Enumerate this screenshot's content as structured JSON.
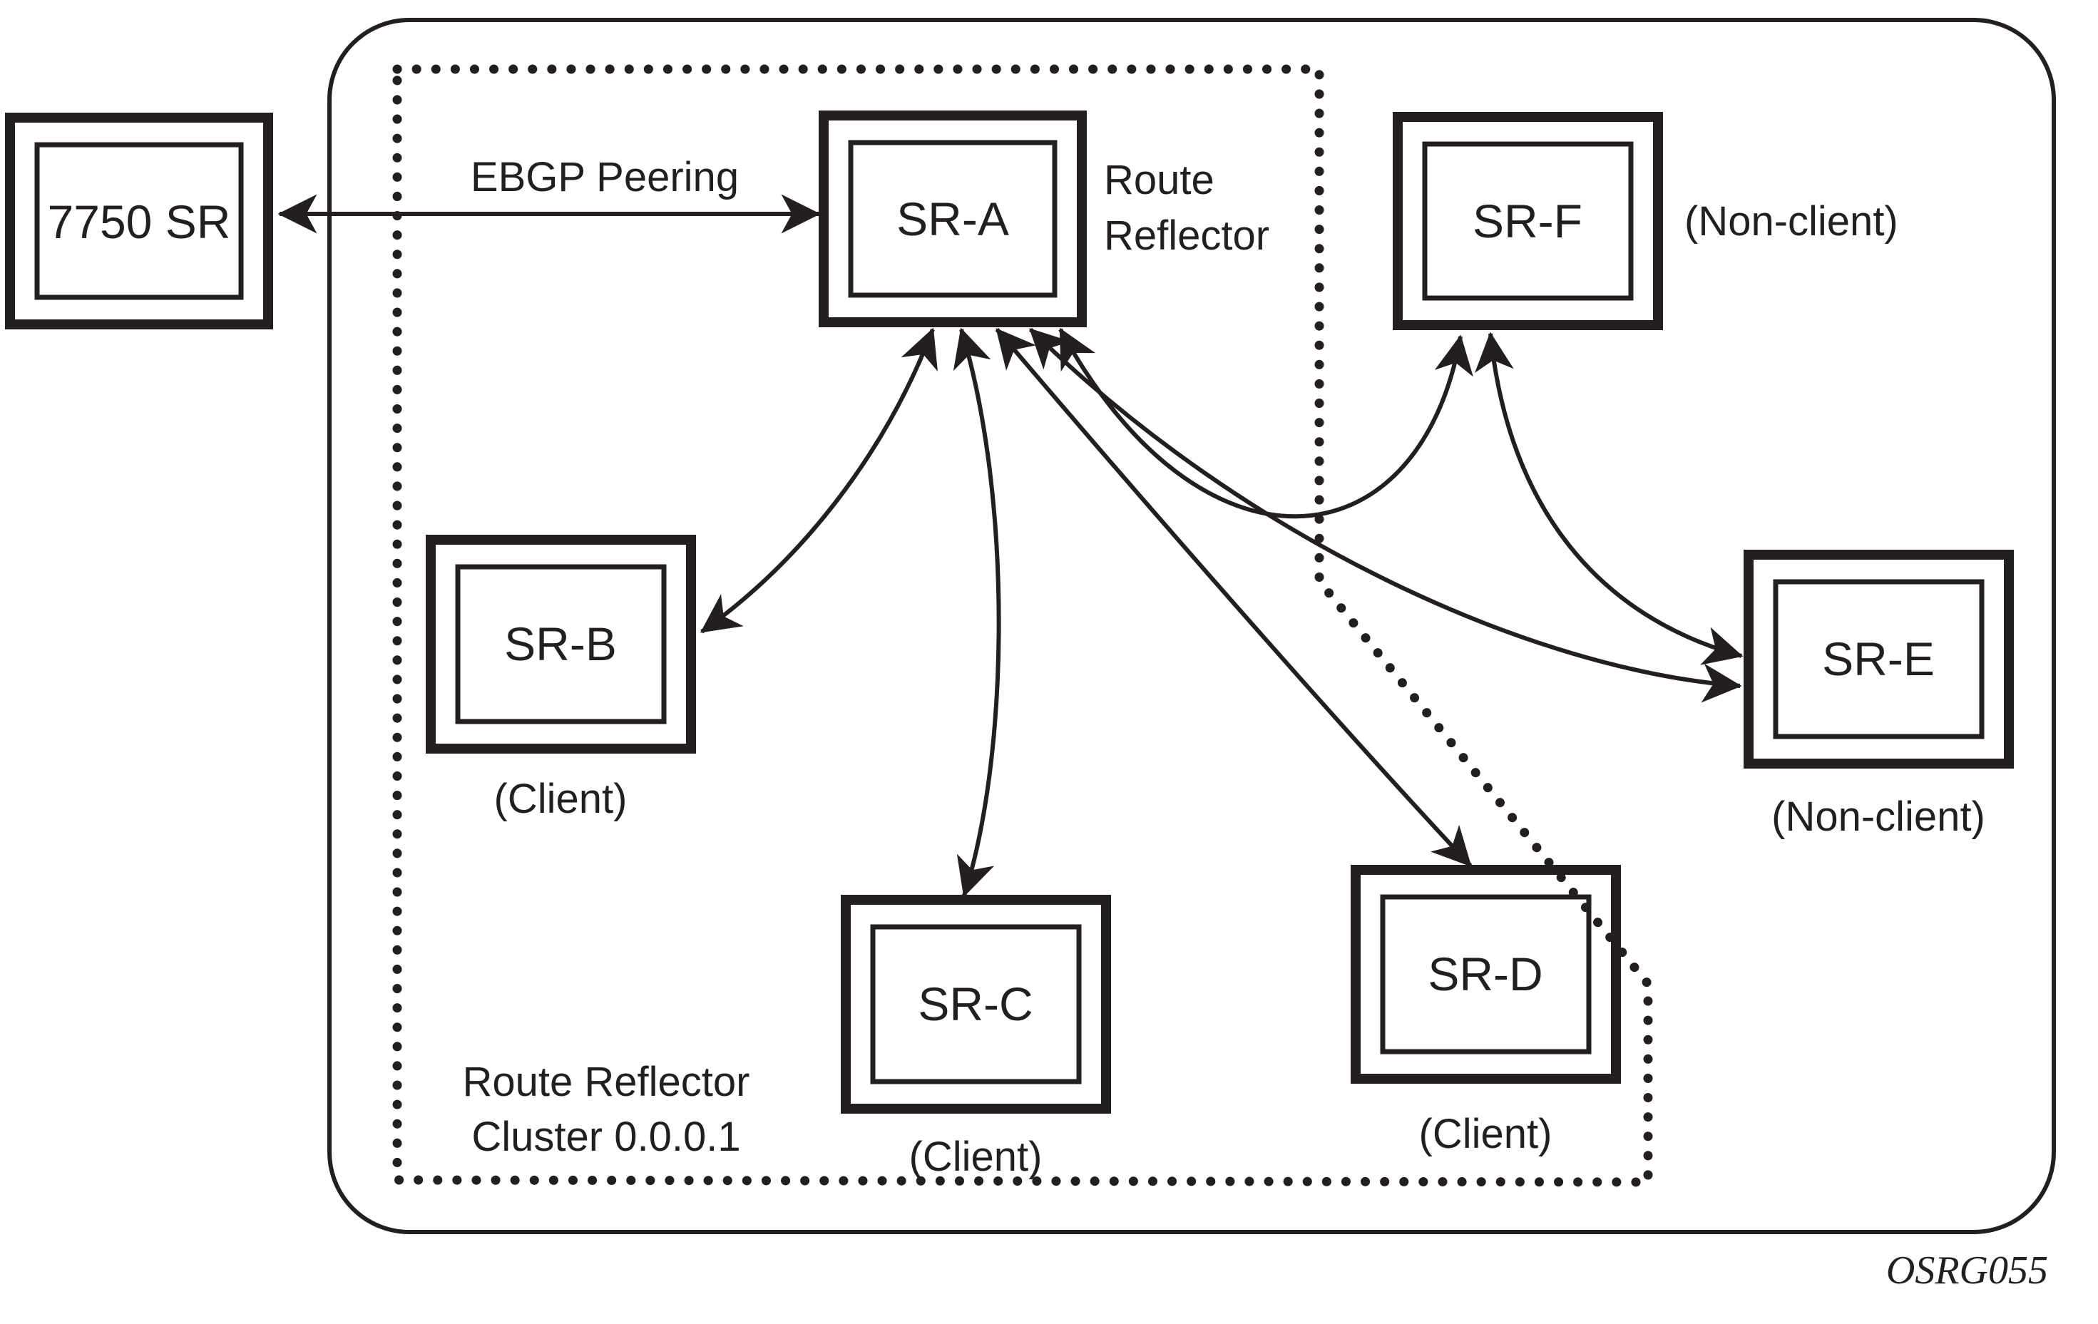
{
  "figure": {
    "code": "OSRG055",
    "background_color": "#ffffff",
    "ink_color": "#231f20",
    "ebgp_label": "EBGP Peering",
    "external_router": {
      "label": "7750 SR"
    },
    "reflector_annotation": {
      "line1": "Route",
      "line2": "Reflector"
    },
    "cluster_caption": {
      "line1": "Route Reflector",
      "line2": "Cluster 0.0.0.1"
    },
    "nodes": [
      {
        "id": "SR-A",
        "label": "SR-A",
        "role": "Route Reflector"
      },
      {
        "id": "SR-B",
        "label": "SR-B",
        "role": "(Client)"
      },
      {
        "id": "SR-C",
        "label": "SR-C",
        "role": "(Client)"
      },
      {
        "id": "SR-D",
        "label": "SR-D",
        "role": "(Client)"
      },
      {
        "id": "SR-E",
        "label": "SR-E",
        "role": "(Non-client)"
      },
      {
        "id": "SR-F",
        "label": "SR-F",
        "role": "(Non-client)"
      }
    ],
    "edges": [
      {
        "from": "7750 SR",
        "to": "SR-A",
        "kind": "EBGP peering",
        "bidirectional": true
      },
      {
        "from": "SR-A",
        "to": "SR-B",
        "kind": "IBGP session",
        "bidirectional": true
      },
      {
        "from": "SR-A",
        "to": "SR-C",
        "kind": "IBGP session",
        "bidirectional": true
      },
      {
        "from": "SR-A",
        "to": "SR-D",
        "kind": "IBGP session",
        "bidirectional": true
      },
      {
        "from": "SR-A",
        "to": "SR-E",
        "kind": "IBGP session",
        "bidirectional": true
      },
      {
        "from": "SR-A",
        "to": "SR-F",
        "kind": "IBGP session",
        "bidirectional": true
      },
      {
        "from": "SR-F",
        "to": "SR-E",
        "kind": "IBGP session",
        "bidirectional": true
      }
    ]
  }
}
